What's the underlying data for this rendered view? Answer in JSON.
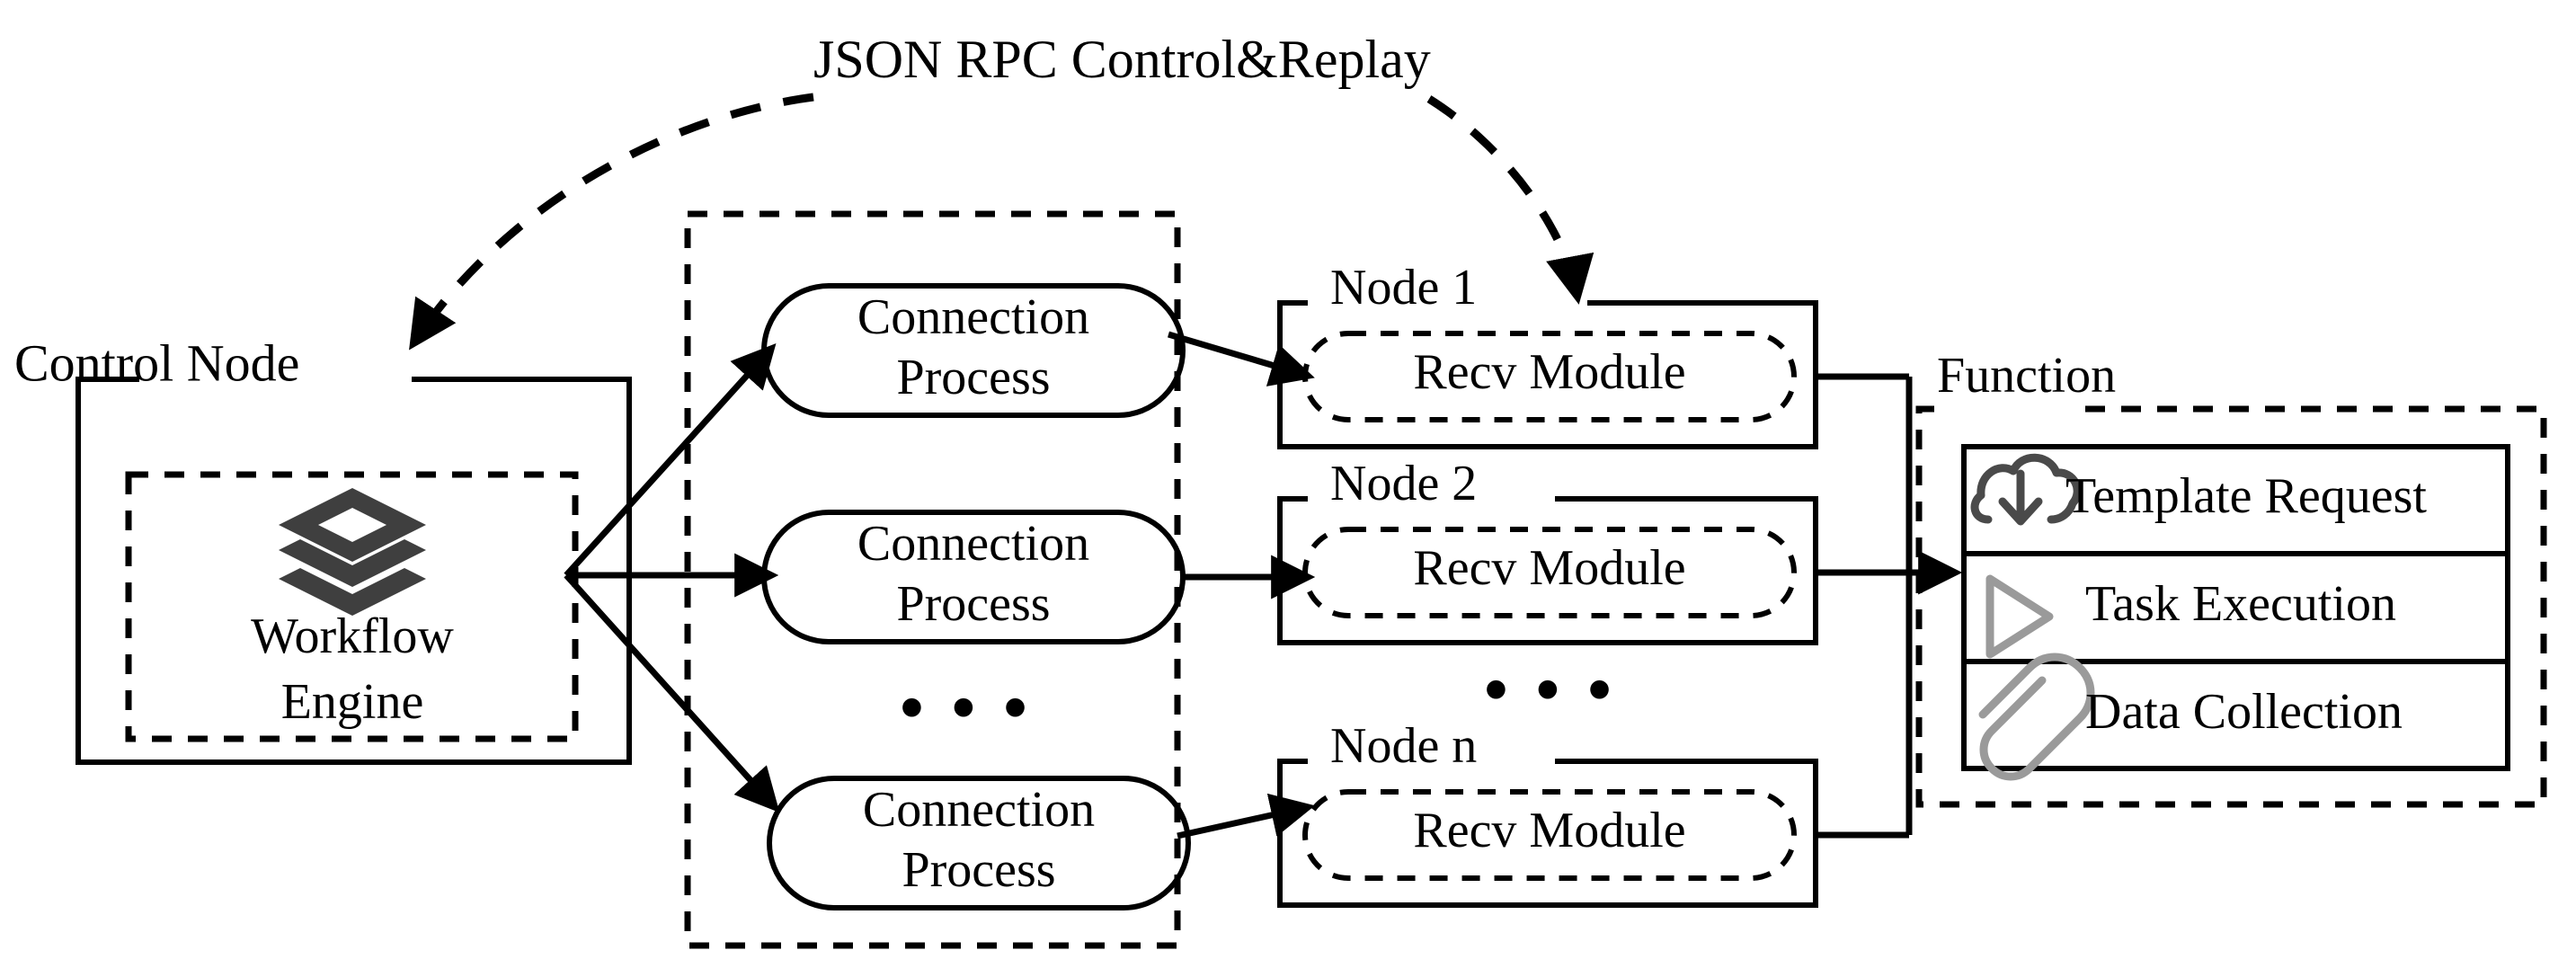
{
  "diagram": {
    "title": "JSON RPC Control&Replay",
    "control_node": {
      "label": "Control Node",
      "engine_label_line1": "Workflow",
      "engine_label_line2": "Engine",
      "engine_icon": "layers-stack-icon"
    },
    "connection_group": {
      "processes": [
        {
          "line1": "Connection",
          "line2": "Process"
        },
        {
          "line1": "Connection",
          "line2": "Process"
        },
        {
          "line1": "Connection",
          "line2": "Process"
        }
      ],
      "ellipsis": "• • •"
    },
    "nodes": [
      {
        "label": "Node 1",
        "module": "Recv Module"
      },
      {
        "label": "Node 2",
        "module": "Recv Module"
      },
      {
        "label": "Node n",
        "module": "Recv Module"
      }
    ],
    "nodes_ellipsis": "• • •",
    "function_panel": {
      "label": "Function",
      "rows": [
        {
          "icon": "cloud-download-icon",
          "label": "Template Request"
        },
        {
          "icon": "play-triangle-icon",
          "label": "Task Execution"
        },
        {
          "icon": "paperclip-icon",
          "label": "Data Collection"
        }
      ]
    },
    "colors": {
      "stroke": "#000000",
      "background": "#ffffff",
      "icon_dark": "#4a4a4a",
      "icon_grey": "#9a9a9a",
      "layers_icon": "#3f3f3f"
    }
  }
}
